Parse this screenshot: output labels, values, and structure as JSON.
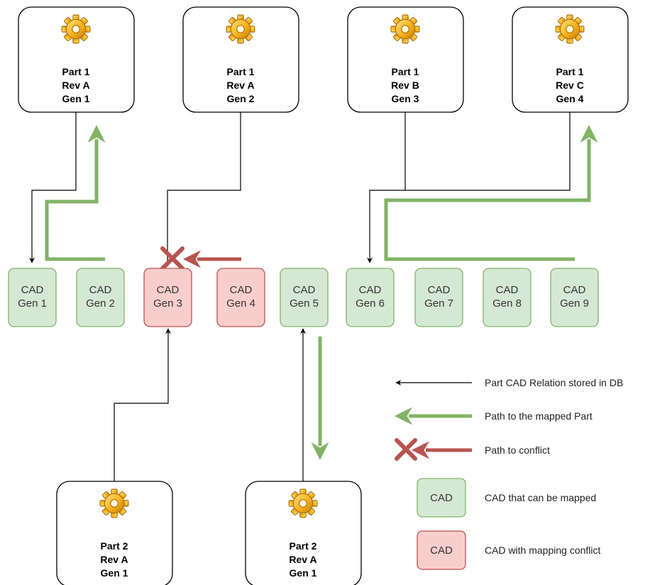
{
  "colors": {
    "cad_ok_fill": "#d5e8d4",
    "cad_ok_stroke": "#82b366",
    "cad_conflict_fill": "#f8cecc",
    "cad_conflict_stroke": "#b85450",
    "mapped_path": "#82b366",
    "conflict_path": "#b85450",
    "relation_line": "#000000"
  },
  "parts_top": [
    {
      "name": "Part 1",
      "rev": "Rev A",
      "gen": "Gen 1",
      "icon": "gear-icon"
    },
    {
      "name": "Part 1",
      "rev": "Rev A",
      "gen": "Gen 2",
      "icon": "gear-icon"
    },
    {
      "name": "Part 1",
      "rev": "Rev B",
      "gen": "Gen 3",
      "icon": "gear-icon"
    },
    {
      "name": "Part 1",
      "rev": "Rev C",
      "gen": "Gen 4",
      "icon": "gear-icon"
    }
  ],
  "parts_bottom": [
    {
      "name": "Part 2",
      "rev": "Rev A",
      "gen": "Gen 1",
      "icon": "gear-icon"
    },
    {
      "name": "Part 2",
      "rev": "Rev A",
      "gen": "Gen 1",
      "icon": "gear-icon"
    }
  ],
  "cads": [
    {
      "line1": "CAD",
      "line2": "Gen 1",
      "status": "mappable"
    },
    {
      "line1": "CAD",
      "line2": "Gen 2",
      "status": "mappable"
    },
    {
      "line1": "CAD",
      "line2": "Gen 3",
      "status": "conflict"
    },
    {
      "line1": "CAD",
      "line2": "Gen 4",
      "status": "conflict"
    },
    {
      "line1": "CAD",
      "line2": "Gen 5",
      "status": "mappable"
    },
    {
      "line1": "CAD",
      "line2": "Gen 6",
      "status": "mappable"
    },
    {
      "line1": "CAD",
      "line2": "Gen 7",
      "status": "mappable"
    },
    {
      "line1": "CAD",
      "line2": "Gen 8",
      "status": "mappable"
    },
    {
      "line1": "CAD",
      "line2": "Gen 9",
      "status": "mappable"
    }
  ],
  "legend": {
    "relation": "Part CAD Relation stored in DB",
    "mapped": "Path to the mapped Part",
    "conflict": "Path to conflict",
    "cad_ok_box": "CAD",
    "cad_ok": "CAD that can be mapped",
    "cad_conflict_box": "CAD",
    "cad_conflict": "CAD with mapping conflict"
  }
}
